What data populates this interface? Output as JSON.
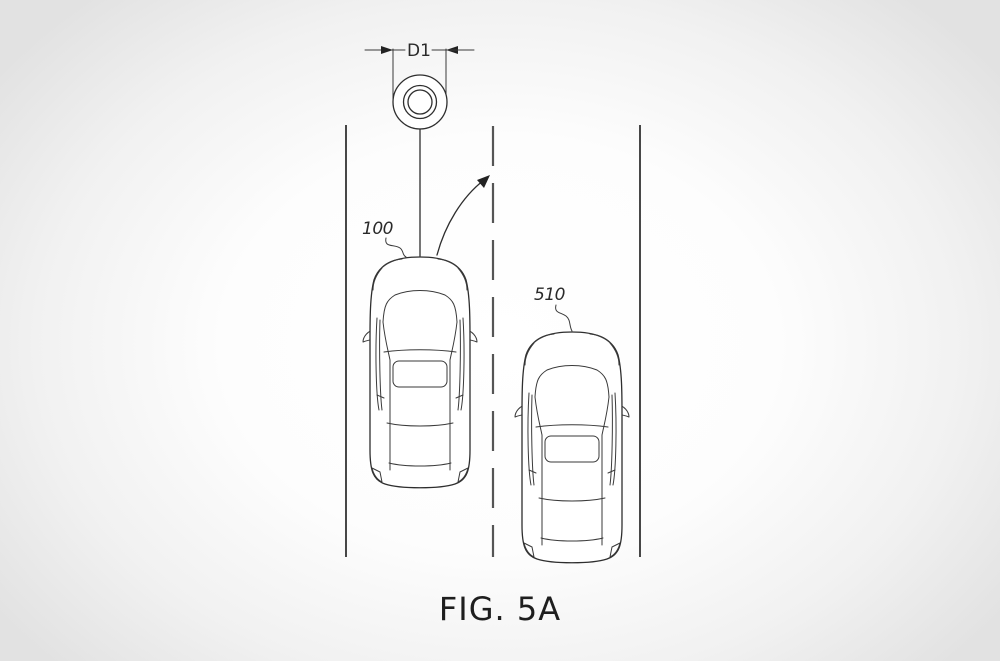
{
  "figure": {
    "caption": "FIG. 5A",
    "dimension_label": "D1",
    "reference_numerals": {
      "host_vehicle": "100",
      "other_vehicle": "510"
    },
    "elements": {
      "lanes": [
        "left-lane",
        "right-lane"
      ],
      "lane_markings": [
        "left-solid-boundary",
        "center-dashed-divider",
        "right-solid-boundary"
      ],
      "target_marker": "concentric-circle-target",
      "path_indicator": "lane-change-arrow"
    },
    "colors": {
      "line": "#2e2e2e",
      "background_center": "#ffffff",
      "background_edge": "#e2e2e2"
    }
  }
}
